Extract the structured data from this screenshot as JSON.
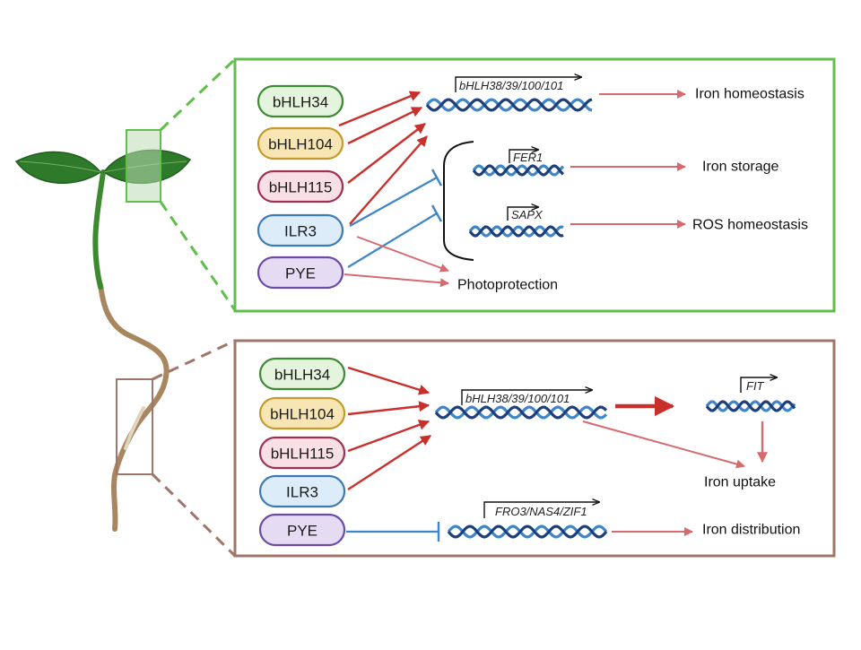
{
  "colors": {
    "leaf_box_border": "#5fbf4a",
    "root_box_border": "#a0766a",
    "activation_arrow": "#c9302c",
    "output_arrow": "#d66a6e",
    "repression_line": "#3d86c8",
    "dna_dark": "#1e3f7a",
    "dna_light": "#3f86c8",
    "stem": "#3c8a2e",
    "leaf": "#2f7a2a",
    "root": "#a88660"
  },
  "pill_styles": {
    "bHLH34": {
      "fill": "#e4f4dd",
      "stroke": "#3d8a33"
    },
    "bHLH104": {
      "fill": "#f7e6b4",
      "stroke": "#c49a2a"
    },
    "bHLH115": {
      "fill": "#f9e0e6",
      "stroke": "#a03050"
    },
    "ILR3": {
      "fill": "#dcecf8",
      "stroke": "#3d7ab8"
    },
    "PYE": {
      "fill": "#e5dcf4",
      "stroke": "#6a4ca8"
    }
  },
  "leaf_panel": {
    "factors": [
      "bHLH34",
      "bHLH104",
      "bHLH115",
      "ILR3",
      "PYE"
    ],
    "genes": {
      "main": "bHLH38/39/100/101",
      "fer1": "FER1",
      "sapx": "SAPX"
    },
    "outputs": {
      "iron_homeostasis": "Iron homeostasis",
      "iron_storage": "Iron storage",
      "ros_homeostasis": "ROS homeostasis",
      "photoprotection": "Photoprotection"
    }
  },
  "root_panel": {
    "factors": [
      "bHLH34",
      "bHLH104",
      "bHLH115",
      "ILR3",
      "PYE"
    ],
    "genes": {
      "main": "bHLH38/39/100/101",
      "fit": "FIT",
      "fro3": "FRO3/NAS4/ZIF1"
    },
    "outputs": {
      "iron_uptake": "Iron uptake",
      "iron_distribution": "Iron distribution"
    }
  }
}
